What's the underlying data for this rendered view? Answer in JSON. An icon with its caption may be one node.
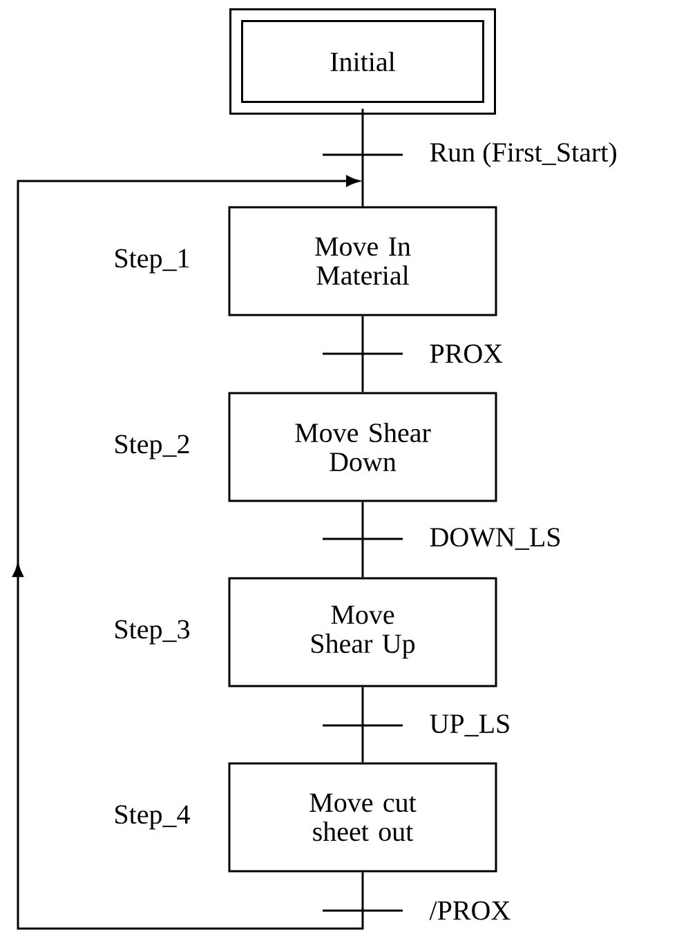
{
  "diagram": {
    "nodes": [
      {
        "text": [
          "Initial"
        ]
      },
      {
        "text": [
          "Move In Material"
        ],
        "beside": [
          "Step_1"
        ]
      },
      {
        "text": [
          "Move Shear Down"
        ],
        "beside": [
          "Step_2"
        ]
      },
      {
        "text": [
          "Move Shear Up"
        ],
        "beside": [
          "Step_3"
        ]
      },
      {
        "text": [
          "Move cut sheet out"
        ],
        "beside": [
          "Step_4"
        ]
      }
    ],
    "edges": [
      {
        "from": 0,
        "to": 1,
        "arrow": "none",
        "label": "Run (First_Start)"
      },
      {
        "from": 1,
        "to": 2,
        "arrow": "none",
        "label": "PROX"
      },
      {
        "from": 2,
        "to": 3,
        "arrow": "none",
        "label": "DOWN_LS"
      },
      {
        "from": 3,
        "to": 4,
        "arrow": "none",
        "label": "UP_LS"
      },
      {
        "from": 4,
        "to": 1,
        "arrow": "to",
        "label": "/PROX"
      }
    ]
  }
}
